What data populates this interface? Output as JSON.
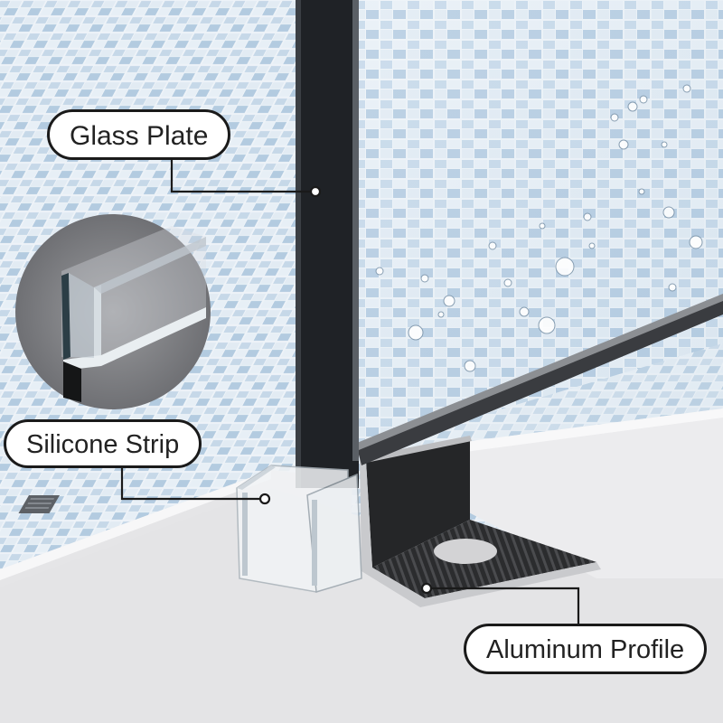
{
  "labels": {
    "glass_plate": "Glass Plate",
    "silicone_strip": "Silicone Strip",
    "aluminum_profile": "Aluminum Profile"
  },
  "colors": {
    "tile_light": "#eef3f8",
    "tile_blue": "#a9c4dd",
    "glass_frame": "#1f2226",
    "floor": "#e6e6e8",
    "profile_dark": "#262728",
    "callout_border": "#1a1a1a"
  }
}
